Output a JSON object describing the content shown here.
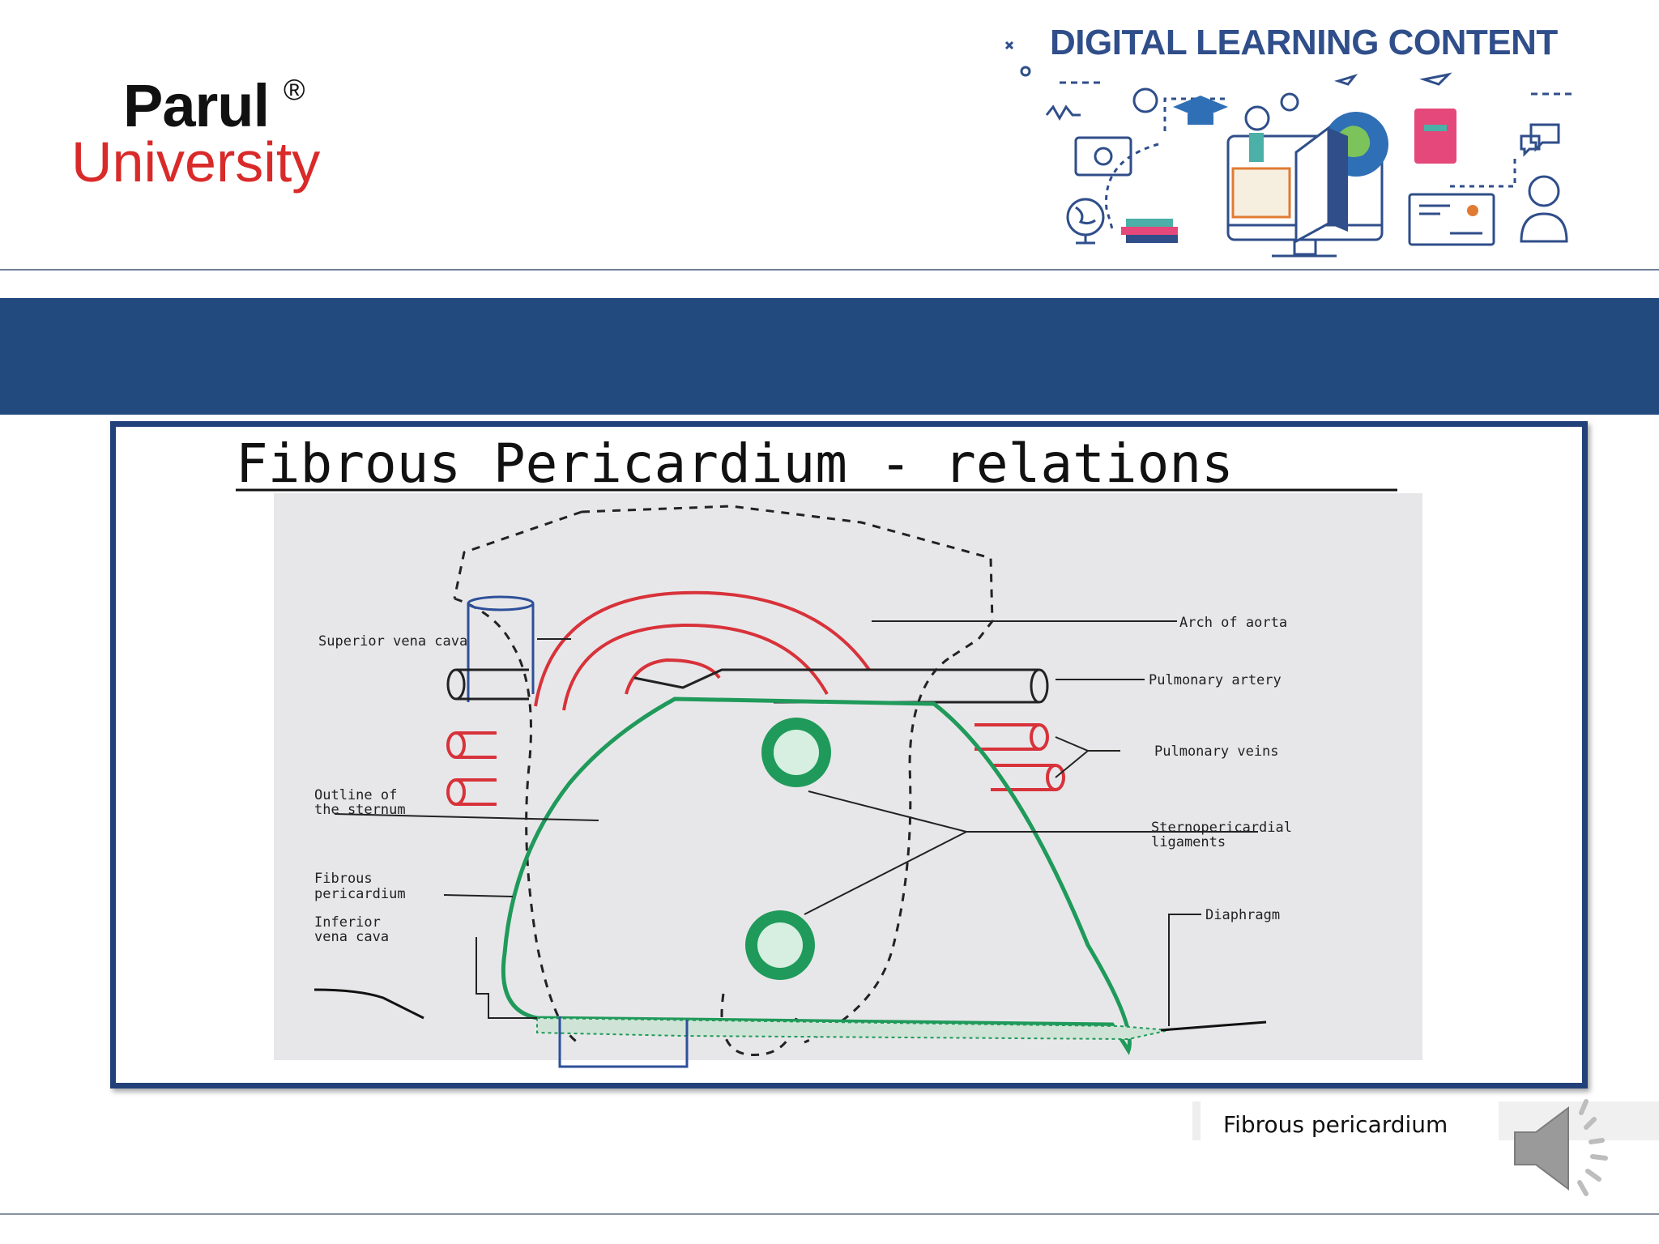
{
  "logo": {
    "brand": "Parul",
    "registered": "®",
    "subtitle": "University"
  },
  "header": {
    "title": "DIGITAL LEARNING CONTENT"
  },
  "colors": {
    "banner": "#234a7f",
    "frame": "#22407a",
    "title": "#2f4e8a",
    "university": "#d92a2a",
    "pericardium": "#1f9a5a",
    "aorta": "#d8323a",
    "vena_cava": "#2e4f9a"
  },
  "slide": {
    "diagram_title": "Fibrous Pericardium - relations",
    "labels": {
      "superior_vena_cava": "Superior vena cava",
      "outline_sternum_1": "Outline of",
      "outline_sternum_2": "the sternum",
      "fibrous_pericardium_1": "Fibrous",
      "fibrous_pericardium_2": "pericardium",
      "inferior_vena_cava_1": "Inferior",
      "inferior_vena_cava_2": "vena cava",
      "arch_of_aorta": "Arch of aorta",
      "pulmonary_artery": "Pulmonary artery",
      "pulmonary_veins": "Pulmonary veins",
      "sternopericardial_1": "Sternopericardial",
      "sternopericardial_2": "ligaments",
      "diaphragm": "Diaphragm"
    }
  },
  "caption": {
    "text": "Fibrous pericardium"
  },
  "icons": {
    "audio": "speaker-icon"
  }
}
